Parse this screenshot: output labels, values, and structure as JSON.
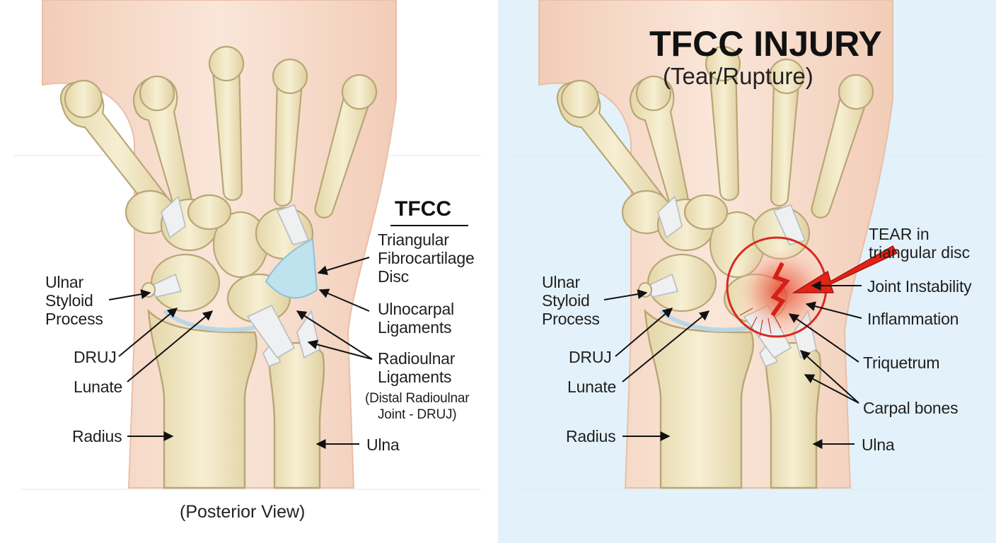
{
  "colors": {
    "bone": "#efe5c0",
    "bone_shadow": "#d7c89a",
    "skin": "#f5d8c6",
    "ligament": "#e6e8ea",
    "disc": "#bfe2ef",
    "inflammation": "#e64a3c",
    "right_panel_bg": "#e3f2fa"
  },
  "left_panel": {
    "section_heading": "TFCC",
    "caption": "(Posterior View)",
    "labels": {
      "ulnar_styloid": [
        "Ulnar",
        "Styloid",
        "Process"
      ],
      "druj": "DRUJ",
      "lunate": "Lunate",
      "radius": "Radius",
      "ulna": "Ulna",
      "triangular_disc": [
        "Triangular",
        "Fibrocartilage",
        "Disc"
      ],
      "ulnocarpal": [
        "Ulnocarpal",
        "Ligaments"
      ],
      "radioulnar": [
        "Radioulnar",
        "Ligaments"
      ],
      "radioulnar_note": [
        "(Distal Radioulnar",
        "Joint - DRUJ)"
      ]
    }
  },
  "right_panel": {
    "title": "TFCC INJURY",
    "subtitle": "(Tear/Rupture)",
    "labels": {
      "ulnar_styloid": [
        "Ulnar",
        "Styloid",
        "Process"
      ],
      "druj": "DRUJ",
      "lunate": "Lunate",
      "radius": "Radius",
      "ulna": "Ulna",
      "tear": [
        "TEAR in",
        "triangular disc"
      ],
      "joint_instability": "Joint Instability",
      "inflammation": "Inflammation",
      "triquetrum": "Triquetrum",
      "carpal_bones": "Carpal bones"
    }
  }
}
